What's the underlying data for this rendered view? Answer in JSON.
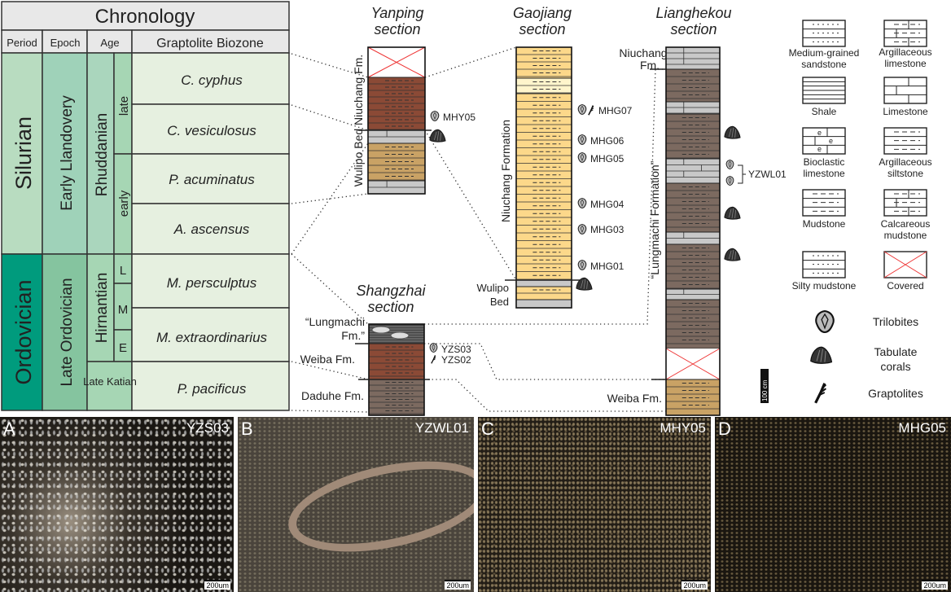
{
  "chronology": {
    "title": "Chronology",
    "headers": [
      "Period",
      "Epoch",
      "Age",
      "Graptolite Biozone"
    ],
    "periods": [
      "Silurian",
      "Ordovician"
    ],
    "epochs": [
      "Early Llandovery",
      "Late Ordovician"
    ],
    "ages": [
      "Rhuddanian",
      "Hirnantian",
      "Late Katian"
    ],
    "subages": [
      "late",
      "early",
      "L",
      "M",
      "E"
    ],
    "biozones": [
      "C. cyphus",
      "C. vesiculosus",
      "P. acuminatus",
      "A. ascensus",
      "M. persculptus",
      "M. extraordinarius",
      "P. pacificus"
    ],
    "colors": {
      "header": "#e8e8e8",
      "silurian": "#b8dcc0",
      "ordovician": "#009b7d",
      "llandovery": "#9fd2b9",
      "late_ordovician": "#85c49f",
      "rhuddanian": "#aad6bd",
      "hirnantian": "#a6d6b4",
      "biozone": "#e6f0e0"
    }
  },
  "sections": {
    "yanping": {
      "title": "Yanping",
      "subtitle": "section",
      "formation": "Wulipo Bed  Niuchang Fm.",
      "samples": [
        "MHY05"
      ]
    },
    "gaojiang": {
      "title": "Gaojiang",
      "subtitle": "section",
      "formation": "Niuchang Formation",
      "bed": "Wulipo",
      "bed2": "Bed",
      "samples": [
        "MHG07",
        "MHG06",
        "MHG05",
        "MHG04",
        "MHG03",
        "MHG01"
      ]
    },
    "lianghekou": {
      "title": "Lianghekou",
      "subtitle": "section",
      "top_fm": "Niuchang",
      "top_fm2": "Fm.",
      "formation": "“Lungmachi Formation”",
      "bottom_fm": "Weiba Fm.",
      "samples": [
        "YZWL01"
      ]
    },
    "shangzhai": {
      "title": "Shangzhai",
      "subtitle": "section",
      "fm1": "“Lungmachi",
      "fm1b": "Fm.”",
      "fm2": "Weiba Fm.",
      "fm3": "Daduhe Fm.",
      "samples": [
        "YZS03",
        "YZS02"
      ]
    }
  },
  "legend": {
    "items": [
      "Medium-grained",
      "sandstone",
      "Argillaceous",
      "limestone",
      "Shale",
      "Limestone",
      "Bioclastic",
      "limestone",
      "Argillaceous",
      "siltstone",
      "Mudstone",
      "Calcareous",
      "mudstone",
      "Silty mudstone",
      "Covered"
    ],
    "fossils": [
      "Trilobites",
      "Tabulate",
      "corals",
      "Graptolites"
    ],
    "scale": "100 cm"
  },
  "photos": [
    {
      "label": "A",
      "sample": "YZS03",
      "scale": "200um"
    },
    {
      "label": "B",
      "sample": "YZWL01",
      "scale": "200um"
    },
    {
      "label": "C",
      "sample": "MHY05",
      "scale": "200um"
    },
    {
      "label": "D",
      "sample": "MHG05",
      "scale": "200um"
    }
  ]
}
